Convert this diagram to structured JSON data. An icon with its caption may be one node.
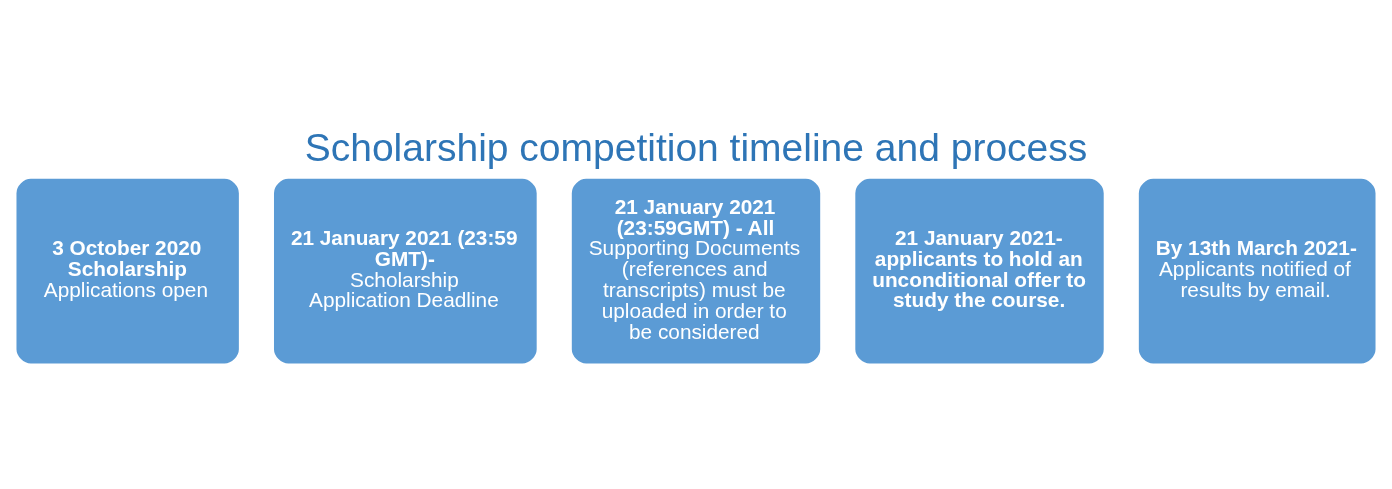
{
  "diagram": {
    "title": "Scholarship competition timeline and process",
    "nodes": [
      {
        "text": [
          "3 October 2020 Scholarship",
          "Applications open"
        ]
      },
      {
        "text": [
          "21 January 2021 (23:59 GMT)-",
          "Scholarship Application Deadline"
        ]
      },
      {
        "text": [
          "21 January 2021 (23:59GMT) - All",
          "Supporting Documents (references and transcripts) must be uploaded in order to be considered"
        ]
      },
      {
        "text": [
          "21 January 2021- applicants to hold an unconditional offer to study the course."
        ]
      },
      {
        "text": [
          "By 13th March 2021-",
          "Applicants notified of results by email."
        ]
      }
    ]
  }
}
